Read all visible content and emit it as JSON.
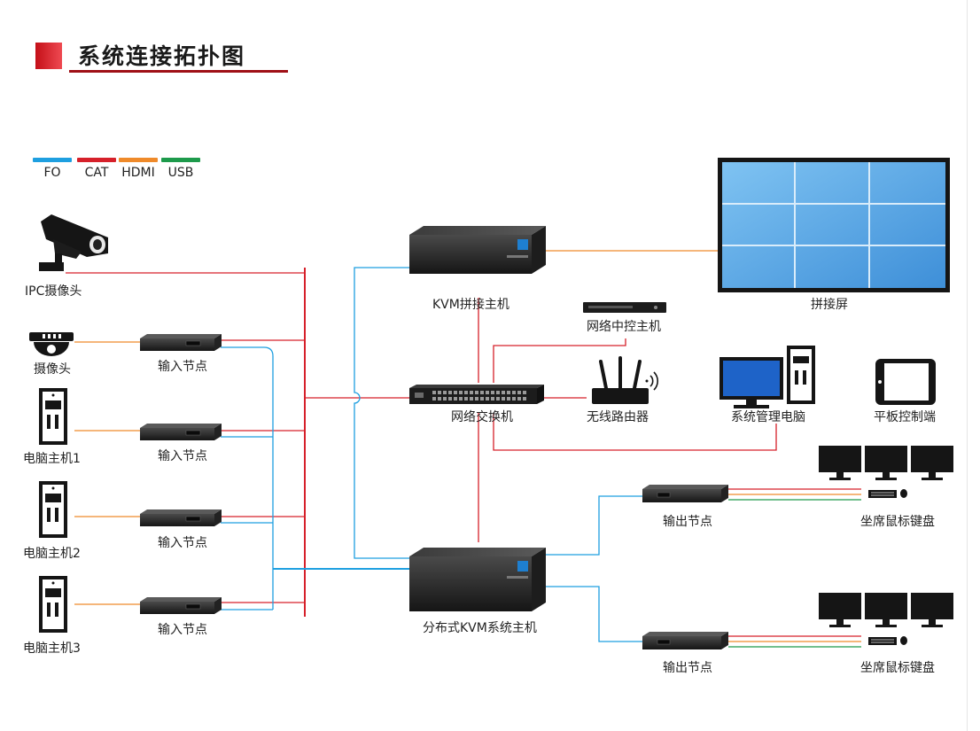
{
  "title": "系统连接拓扑图",
  "legend": [
    {
      "label": "FO",
      "color": "#1e9fe0"
    },
    {
      "label": "CAT",
      "color": "#d6202a"
    },
    {
      "label": "HDMI",
      "color": "#ef8a2a"
    },
    {
      "label": "USB",
      "color": "#1d9a4b"
    }
  ],
  "labels": {
    "ipc_camera": "IPC摄像头",
    "camera": "摄像头",
    "pc1": "电脑主机1",
    "pc2": "电脑主机2",
    "pc3": "电脑主机3",
    "input_node": "输入节点",
    "kvm_splice": "KVM拼接主机",
    "splice_screen": "拼接屏",
    "central_control": "网络中控主机",
    "switch": "网络交换机",
    "router": "无线路由器",
    "mgmt_pc": "系统管理电脑",
    "tablet": "平板控制端",
    "output_node": "输出节点",
    "seat": "坐席鼠标键盘",
    "kvm_dist": "分布式KVM系统主机"
  },
  "colors": {
    "fo": "#1e9fe0",
    "cat": "#d6202a",
    "hdmi": "#ef8a2a",
    "usb": "#1d9a4b",
    "accent": "#b4121a"
  }
}
